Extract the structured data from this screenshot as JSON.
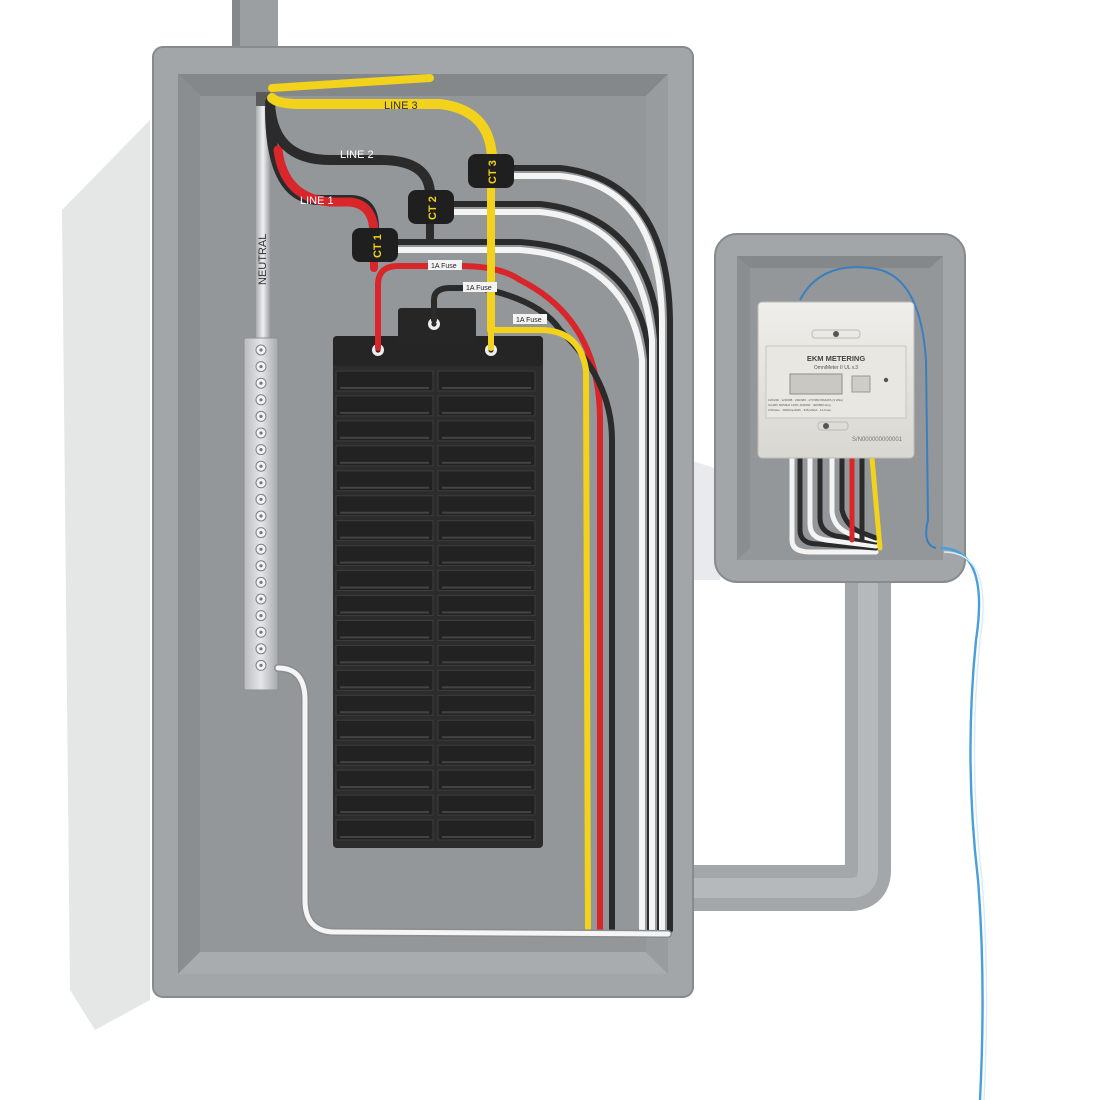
{
  "labels": {
    "line1": "LINE 1",
    "line2": "LINE 2",
    "line3": "LINE 3",
    "neutral": "NEUTRAL",
    "ct1": "CT 1",
    "ct2": "CT 2",
    "ct3": "CT 3",
    "fuse": "1A Fuse"
  },
  "meter": {
    "brand": "EKM METERING",
    "model": "OmniMeter II UL v.3",
    "spec_lines": [
      "120/240 · 120/208 · 240/480 · 277/480 Wh/kWh (3 Wire)",
      "3x120V 50/60Hz ±10% 100/200 · 400/800 Amp",
      "0.5Class · 1000Imp/kWh · 3x5(100)A · 1A Fuse"
    ],
    "serial": "S/N000000000001"
  },
  "colors": {
    "enclosure": "#9ea2a4",
    "enclosure_inner": "#8d9193",
    "breaker_body": "#2a2a2a",
    "wire_black": "#2b2b2b",
    "wire_red": "#d8262b",
    "wire_yellow": "#f2d21b",
    "wire_white": "#f2f2f2",
    "comm_cable": "#4a9fd8",
    "meter_body": "#e6e4df"
  },
  "breaker_slots": 19
}
